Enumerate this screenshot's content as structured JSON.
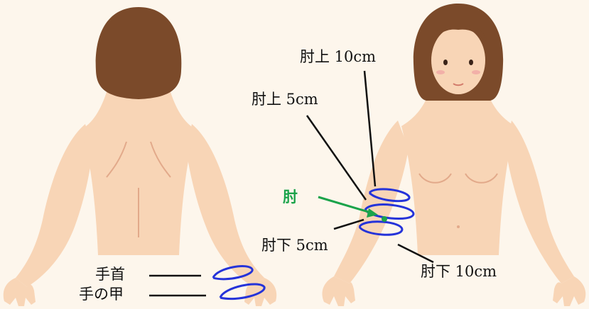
{
  "colors": {
    "background": "#fdf6ec",
    "skin": "#f8d5b6",
    "skin_shadow": "#e9b997",
    "hair": "#7b4a2a",
    "measure_ring": "#2533d9",
    "elbow_marker": "#1aa34a"
  },
  "labels": {
    "above_10": "肘上 10cm",
    "above_5": "肘上 5cm",
    "elbow": "肘",
    "below_5": "肘下 5cm",
    "below_10": "肘下 10cm",
    "wrist": "手首",
    "back_of_hand": "手の甲"
  }
}
